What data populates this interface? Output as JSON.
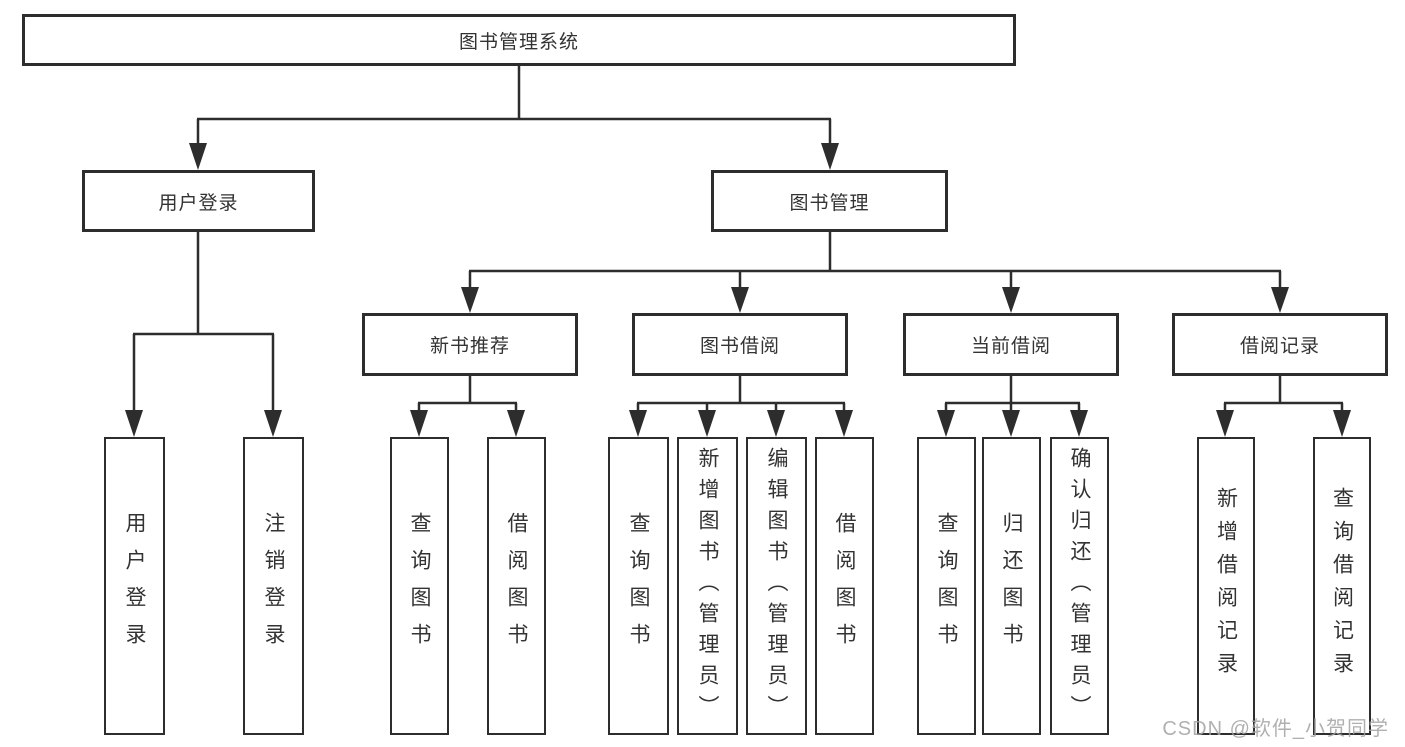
{
  "nodes": {
    "root": "图书管理系统",
    "user_login": "用户登录",
    "book_management": "图书管理",
    "new_book_recommend": "新书推荐",
    "book_borrowing": "图书借阅",
    "current_borrowing": "当前借阅",
    "borrowing_records": "借阅记录",
    "ul_user_login": "用户登录",
    "ul_logout": "注销登录",
    "nr_query_books": "查询图书",
    "nr_borrow_books": "借阅图书",
    "bb_query_books": "查询图书",
    "bb_add_books": "新增图书（管理员）",
    "bb_edit_books": "编辑图书（管理员）",
    "bb_borrow_books": "借阅图书",
    "cb_query_books": "查询图书",
    "cb_return_books": "归还图书",
    "cb_confirm_return": "确认归还（管理员）",
    "br_add_record": "新增借阅记录",
    "br_query_record": "查询借阅记录"
  },
  "watermark": "CSDN @软件_小贺同学",
  "colors": {
    "line": "#2d2d2d",
    "box_border": "#2d2d2d",
    "text": "#333333",
    "background": "#ffffff",
    "watermark": "#a3a3a3"
  }
}
